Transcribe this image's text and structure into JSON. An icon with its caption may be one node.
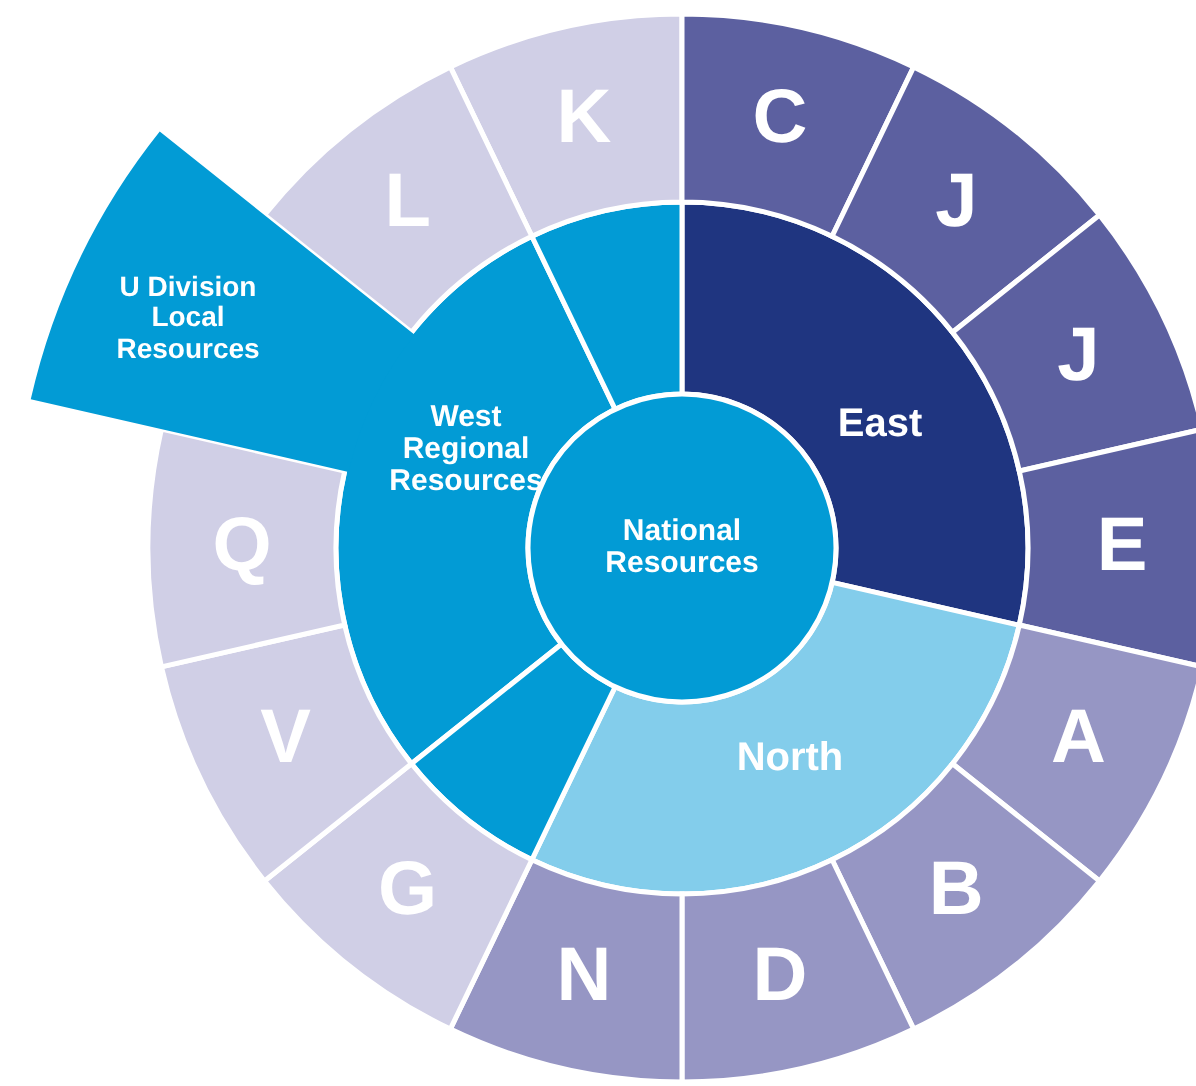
{
  "diagram": {
    "nodes": [
      {
        "text": [
          "National Resources"
        ]
      },
      {
        "text": [
          "East"
        ]
      },
      {
        "text": [
          "North"
        ]
      },
      {
        "text": [
          "West Regional Resources"
        ]
      },
      {
        "text": [
          "U Division Local Resources"
        ]
      },
      {
        "text": [],
        "shape": "wedge"
      },
      {
        "text": [],
        "shape": "wedge"
      },
      {
        "text": [
          "K"
        ]
      },
      {
        "text": [
          "C"
        ]
      },
      {
        "text": [
          "J"
        ]
      },
      {
        "text": [
          "J"
        ]
      },
      {
        "text": [
          "E"
        ]
      },
      {
        "text": [
          "A"
        ]
      },
      {
        "text": [
          "B"
        ]
      },
      {
        "text": [
          "D"
        ]
      },
      {
        "text": [
          "N"
        ]
      },
      {
        "text": [
          "G"
        ]
      },
      {
        "text": [
          "V"
        ]
      },
      {
        "text": [
          "Q"
        ]
      },
      {
        "text": [
          "L"
        ]
      }
    ]
  }
}
